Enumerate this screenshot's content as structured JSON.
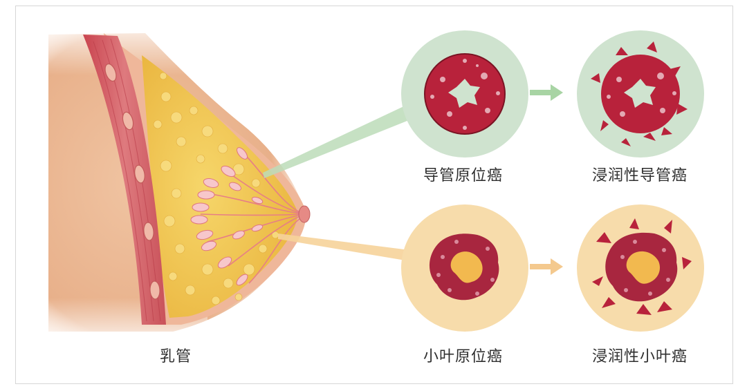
{
  "labels": {
    "duct": "乳管",
    "dcis": "导管原位癌",
    "idc": "浸润性导管癌",
    "lcis": "小叶原位癌",
    "ilc": "浸润性小叶癌"
  },
  "colors": {
    "duct_circle_bg": "#cfe3cf",
    "lobule_circle_bg": "#f7dcab",
    "duct_pointer": "#bcdcb9",
    "lobule_pointer": "#f6d39a",
    "duct_arrow": "#a8d4a4",
    "lobule_arrow": "#f4c98e",
    "tumor_red": "#b8223b",
    "skin": "#e9b48f",
    "fat": "#f0c84c",
    "muscle": "#cf5a62"
  }
}
